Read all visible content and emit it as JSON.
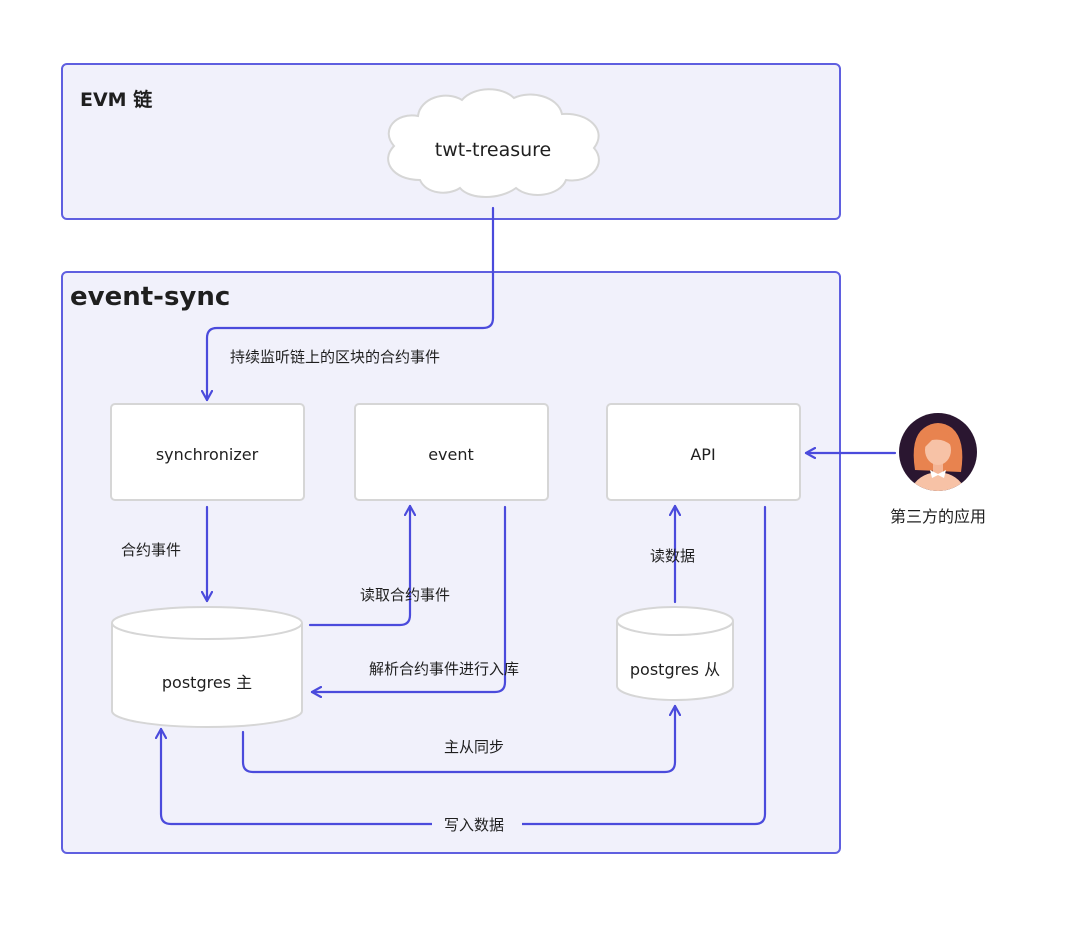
{
  "groups": {
    "evm_chain": {
      "title": "EVM 链"
    },
    "event_sync": {
      "title": "event-sync"
    }
  },
  "nodes": {
    "twt_treasure": "twt-treasure",
    "synchronizer": "synchronizer",
    "event": "event",
    "api": "API",
    "postgres_master": "postgres 主",
    "postgres_slave": "postgres 从",
    "third_party": "第三方的应用"
  },
  "edges": {
    "listen_contract_events": "持续监听链上的区块的合约事件",
    "contract_events": "合约事件",
    "read_contract_events": "读取合约事件",
    "parse_and_store": "解析合约事件进行入库",
    "read_data": "读数据",
    "master_slave_sync": "主从同步",
    "write_data": "写入数据"
  },
  "colors": {
    "border": "#5f5fe0",
    "edge": "#4b4bdc",
    "group_fill": "#f1f1fb"
  }
}
